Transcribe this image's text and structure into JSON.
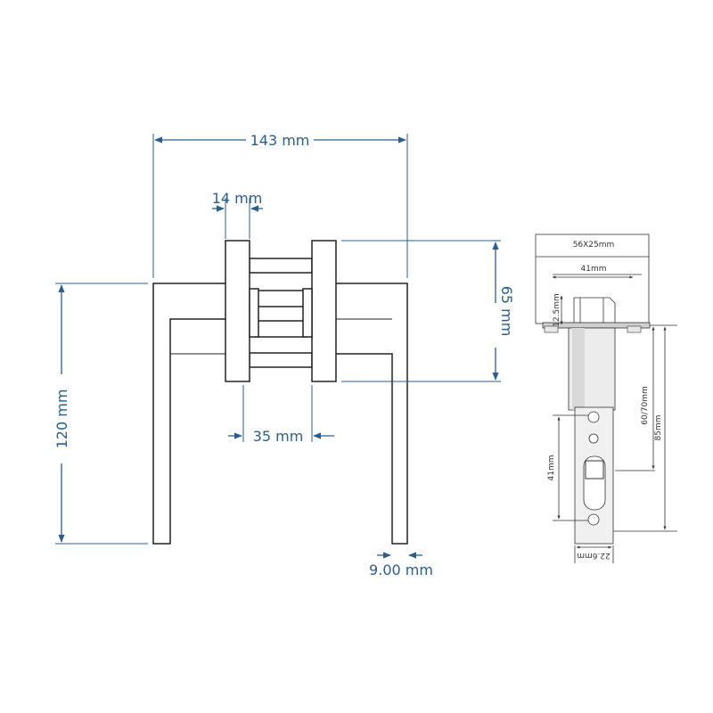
{
  "handle": {
    "dims": {
      "overall_width": "143 mm",
      "rose_thickness": "14 mm",
      "rose_height": "65 mm",
      "overall_height": "120 mm",
      "spacing": "35 mm",
      "lever_thickness": "9.00 mm"
    }
  },
  "latch": {
    "dims": {
      "faceplate": "56X25mm",
      "face_width": "41mm",
      "face_depth": "12.5mm",
      "backset": "60/70mm",
      "total_length": "85mm",
      "hole_spacing": "41mm",
      "body_width": "22.6mm"
    }
  }
}
